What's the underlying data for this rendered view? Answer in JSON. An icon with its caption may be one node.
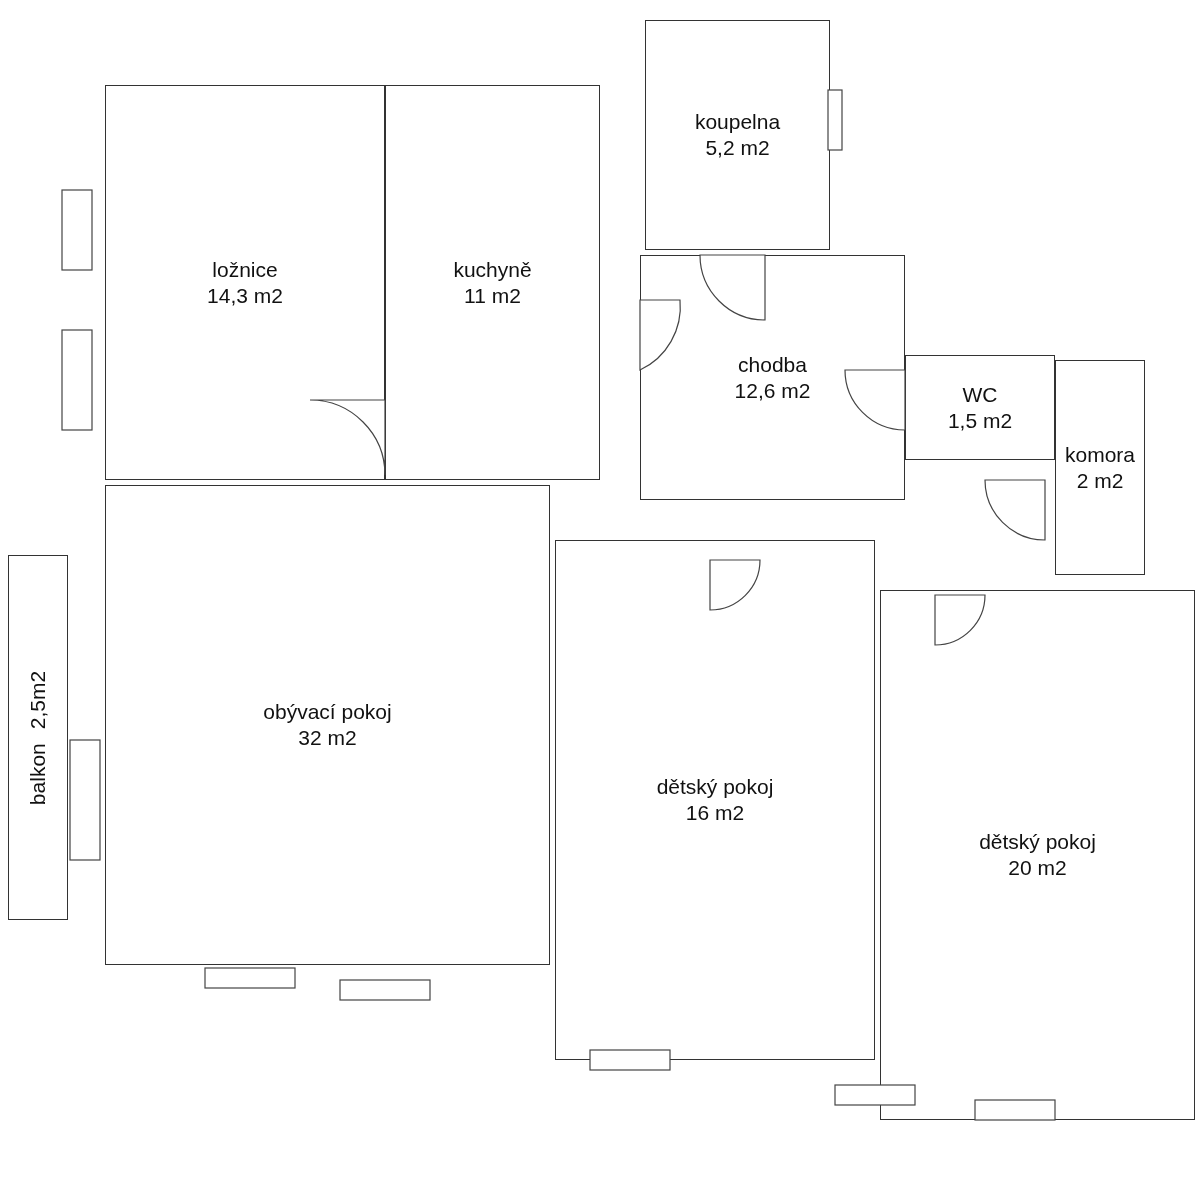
{
  "diagram": {
    "nodes": [
      {
        "text": [
          "ložnice",
          "14,3 m2"
        ]
      },
      {
        "text": [
          "kuchyně",
          "11 m2"
        ]
      },
      {
        "text": [
          "koupelna",
          "5,2 m2"
        ]
      },
      {
        "text": [
          "chodba",
          "12,6 m2"
        ]
      },
      {
        "text": [
          "WC",
          "1,5 m2"
        ]
      },
      {
        "text": [
          "komora",
          "2 m2"
        ]
      },
      {
        "text": [
          "obývací pokoj",
          "32 m2"
        ]
      },
      {
        "text": [
          "balkon",
          "2,5m2"
        ]
      },
      {
        "text": [
          "dětský pokoj",
          "16 m2"
        ]
      },
      {
        "text": [
          "dětský pokoj",
          "20 m2"
        ]
      }
    ]
  }
}
